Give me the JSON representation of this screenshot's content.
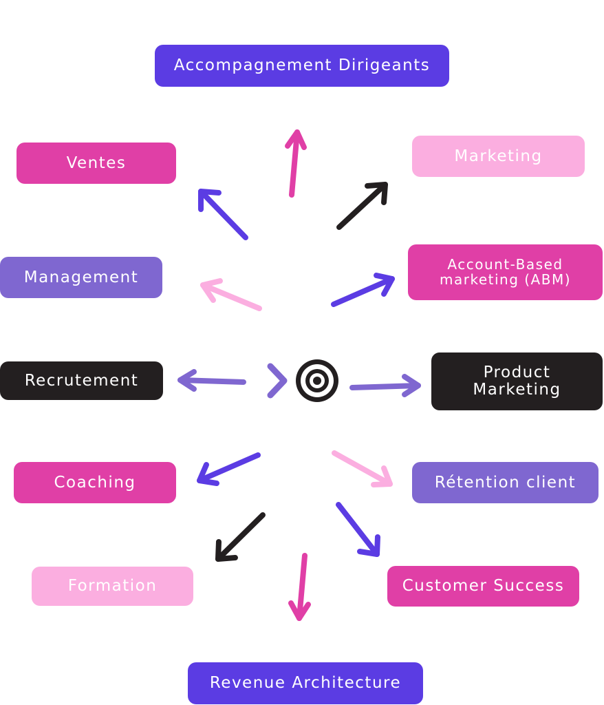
{
  "center": {
    "icon": "target-icon"
  },
  "colors": {
    "blue": "#5b3ce3",
    "magenta": "#e03fa6",
    "pink": "#fbaee0",
    "violet": "#7f67d0",
    "black": "#231f20"
  },
  "nodes": {
    "accompagnement": "Accompagnement Dirigeants",
    "ventes": "Ventes",
    "marketing": "Marketing",
    "management": "Management",
    "abm_line1": "Account-Based",
    "abm_line2": "marketing (ABM)",
    "recrutement": "Recrutement",
    "product_line1": "Product",
    "product_line2": "Marketing",
    "coaching": "Coaching",
    "retention": "Rétention client",
    "formation": "Formation",
    "customer_success": "Customer Success",
    "revenue": "Revenue Architecture"
  }
}
